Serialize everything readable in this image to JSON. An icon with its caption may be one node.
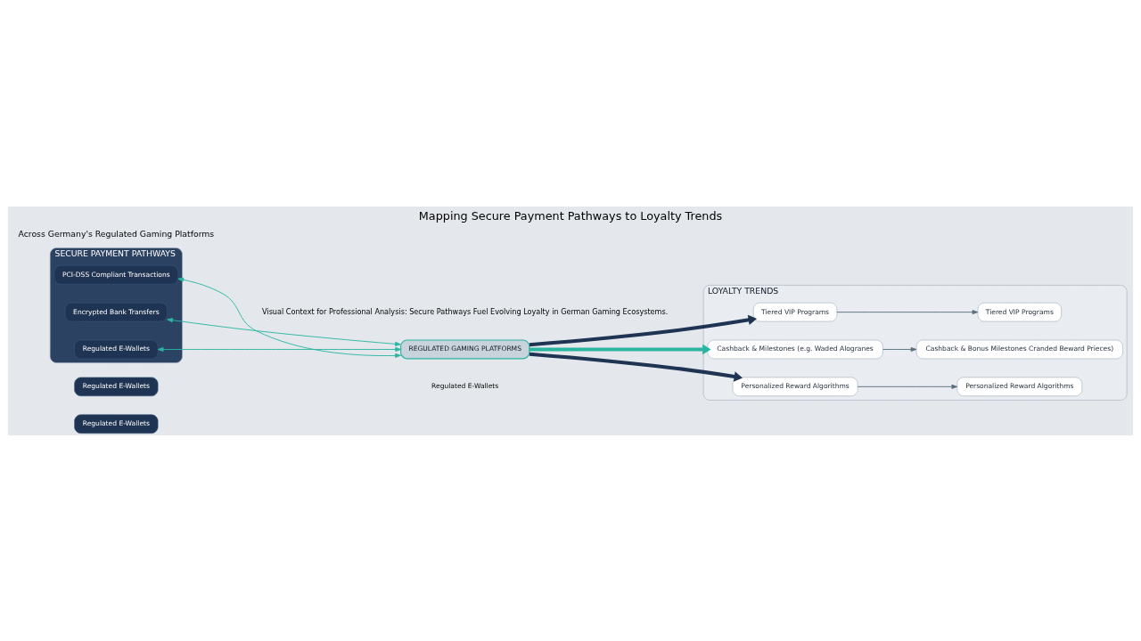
{
  "diagram": {
    "title": "Mapping Secure Payment Pathways to Loyalty Trends",
    "caption": "Visual Context for Professional Analysis: Secure Pathways Fuel Evolving Loyalty in German Gaming Ecosystems.",
    "nodes": [
      {
        "text": [
          "SECURE PAYMENT PATHWAYS"
        ]
      },
      {
        "text": [
          "PCI-DSS Compliant Transactions"
        ],
        "in": 0
      },
      {
        "text": [
          "Encrypted Bank Transfers"
        ],
        "in": 0
      },
      {
        "text": [
          "Regulated E-Wallets"
        ],
        "in": 0
      },
      {
        "text": [
          "Regulated E-Wallets"
        ]
      },
      {
        "text": [
          "Regulated E-Wallets"
        ]
      },
      {
        "text": [
          "REGULATED GAMING PLATFORMS"
        ],
        "beside": [
          "Regulated E-Wallets"
        ]
      },
      {
        "text": [
          "LOYALTY TRENDS"
        ]
      },
      {
        "text": [
          "Tiered VIP Programs"
        ],
        "in": 7
      },
      {
        "text": [
          "Cashback & Milestones (e.g. Waded Alogranes"
        ],
        "in": 7
      },
      {
        "text": [
          "Personalized Reward Algorithms"
        ],
        "in": 7
      },
      {
        "text": [
          "Tiered VIP Programs"
        ],
        "in": 7
      },
      {
        "text": [
          "Cashback & Bonus Milestones Cranded Beward Prieces)"
        ],
        "in": 7
      },
      {
        "text": [
          "Personalized Reward Algorithms"
        ],
        "in": 7
      }
    ],
    "edges": [
      {
        "from": 1,
        "to": 6,
        "arrow": "both",
        "color": "#2bb5a0"
      },
      {
        "from": 2,
        "to": 6,
        "arrow": "both",
        "color": "#2bb5a0"
      },
      {
        "from": 3,
        "to": 6,
        "arrow": "both",
        "color": "#2bb5a0"
      },
      {
        "from": 6,
        "to": 8,
        "arrow": "to",
        "style": "thick",
        "color": "#1f3352"
      },
      {
        "from": 6,
        "to": 9,
        "arrow": "to",
        "style": "thick",
        "color": "#2bb5a0"
      },
      {
        "from": 6,
        "to": 10,
        "arrow": "to",
        "style": "thick",
        "color": "#1f3352"
      },
      {
        "from": 8,
        "to": 11,
        "arrow": "to",
        "color": "#5a7080"
      },
      {
        "from": 9,
        "to": 12,
        "arrow": "to",
        "color": "#5a7080"
      },
      {
        "from": 10,
        "to": 13,
        "arrow": "to",
        "color": "#5a7080"
      }
    ],
    "labels": [
      "Across Germany's Regulated Gaming Platforms"
    ]
  }
}
